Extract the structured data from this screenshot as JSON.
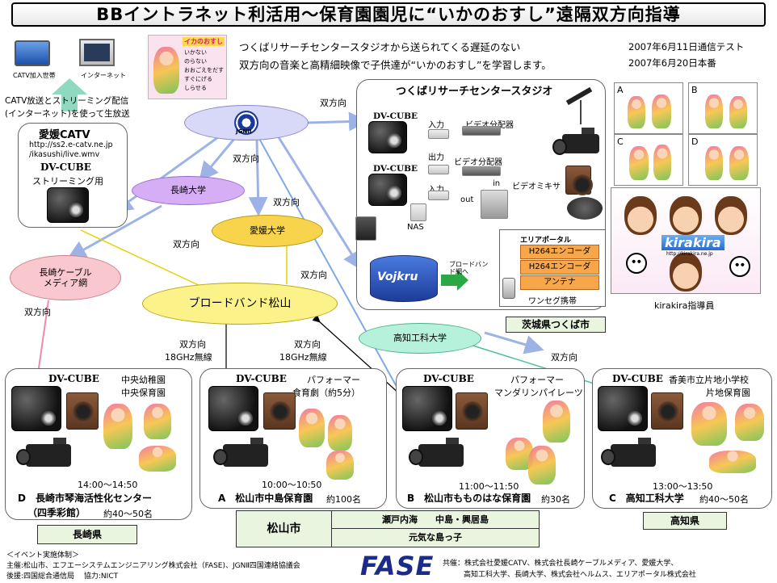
{
  "title": "BBイントラネット利活用～保育園園児に“いかのおすし”遠隔双方向指導",
  "intro": {
    "line1": "つくばリサーチセンタースタジオから送られてくる遅延のない",
    "line2": "双方向の音楽と高精細映像で子供達が“いかのおすし”を学習します。",
    "date1": "2007年6月11日通信テスト",
    "date2": "2007年6月20日本番"
  },
  "catv": {
    "subscriber": "CATV加入世帯",
    "internet": "インターネット",
    "broadcast1": "CATV放送とストリーミング配信",
    "broadcast2": "(インターネット)を使って生放送"
  },
  "ehime_catv": {
    "name": "愛媛CATV",
    "url1": "http://ss2.e-catv.ne.jp",
    "url2": "/ikasushi/live.wmv",
    "device": "DV-CUBE",
    "usage": "ストリーミング用"
  },
  "nodes": {
    "jgn": "JGNII",
    "nagasaki_univ": "長崎大学",
    "ehime_univ": "愛媛大学",
    "nagasaki_cable": "長崎ケーブル\nメディア網",
    "broadband": "ブロードバンド松山",
    "kochi_tech": "高知工科大学"
  },
  "links": {
    "bidir": "双方向",
    "wireless": "18GHz無線"
  },
  "studio": {
    "title": "つくばリサーチセンタースタジオ",
    "cube": "DV-CUBE",
    "input": "入力",
    "output": "出力",
    "splitter": "ビデオ分配器",
    "mixer": "ビデオミキサ",
    "in": "in",
    "out": "out",
    "nas": "NAS",
    "area_portal": "エリアポータル",
    "encoder": "H264エンコーダ",
    "antenna": "アンテナ",
    "oneseg": "ワンセグ携帯",
    "vojkru": "Vojkru",
    "broadband_to": "ブロードバンド網へ",
    "location": "茨城県つくば市"
  },
  "panels": {
    "a": "A",
    "b": "B",
    "c": "C",
    "d": "D",
    "kirakira": "kirakira",
    "kirakira_url": "http://kirakira.ne.jp",
    "instructor": "kirakira指導員"
  },
  "poster": {
    "title": "イカのおすし",
    "items": [
      "いかない",
      "のらない",
      "おおごえをだす",
      "すぐにげる",
      "しらせる"
    ]
  },
  "sites": [
    {
      "device": "DV-CUBE",
      "desc1": "中央幼稚園",
      "desc2": "中央保育園",
      "time": "14:00～14:50",
      "name": "D　長崎市琴海活性化センター",
      "name2": "（四季彩館）",
      "count": "約40～50名"
    },
    {
      "device": "DV-CUBE",
      "desc1": "パフォーマー",
      "desc2": "食育劇（約5分）",
      "time": "10:00～10:50",
      "name": "A　松山市中島保育園",
      "name2": "",
      "count": "約100名"
    },
    {
      "device": "DV-CUBE",
      "desc1": "パフォーマー",
      "desc2": "マンダリンパイレーツ",
      "time": "11:00～11:50",
      "name": "B　松山市もものはな保育園",
      "name2": "",
      "count": "約30名"
    },
    {
      "device": "DV-CUBE",
      "desc1": "香美市立片地小学校",
      "desc2": "片地保育園",
      "time": "13:00～13:50",
      "name": "C　高知工科大学",
      "name2": "",
      "count": "約40～50名"
    }
  ],
  "prefectures": {
    "nagasaki": "長崎県",
    "matsuyama": "松山市",
    "seto": "瀬戸内海　　中島・興居島",
    "genki": "元気な島っ子",
    "kochi": "高知県"
  },
  "footer": {
    "heading": "＜イベント実施体制＞",
    "host": "主催:松山市、エフエーシステムエンジニアリング株式会社（FASE)、JGNⅡ四国連絡協議会",
    "support": "後援:四国総合通信局　 協力:NICT",
    "logo": "FASE",
    "cohost1": "共催：株式会社愛媛CATV、株式会社長崎ケーブルメディア、愛媛大学、",
    "cohost2": "高知工科大学、長崎大学、株式会社ヘルムス、エリアポータル株式会社"
  },
  "colors": {
    "jgn": "#d8d8f8",
    "nagasaki_univ": "#d6aef5",
    "ehime_univ": "#f7d44b",
    "nagasaki_cable": "#f9c8cf",
    "broadband": "#fbf38a",
    "kochi_tech": "#b6f1dc",
    "location_label": "#e9f5df",
    "encoder": "#f7a64a"
  }
}
